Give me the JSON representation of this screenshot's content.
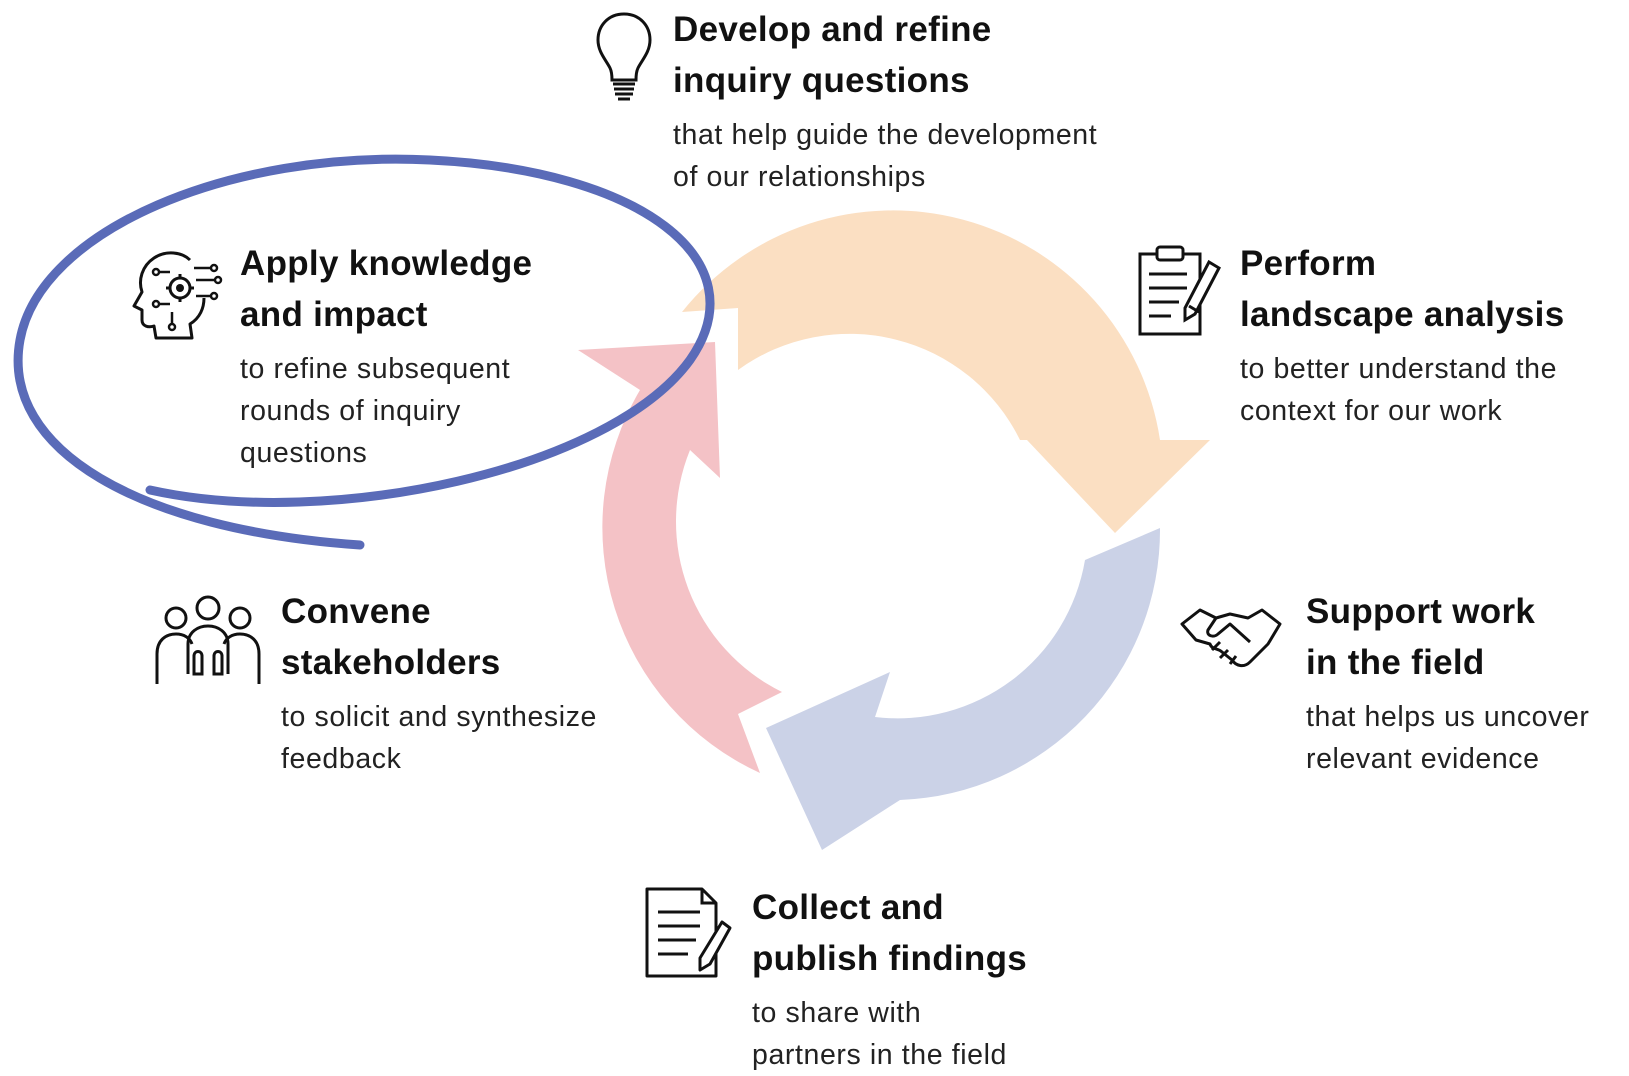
{
  "colors": {
    "orange_arrow": "#fbdfc2",
    "blue_arrow": "#cbd2e7",
    "pink_arrow": "#f4c2c6",
    "highlight_circle": "#5a6bb8",
    "text": "#111111"
  },
  "steps": [
    {
      "id": "develop",
      "icon": "lightbulb-icon",
      "title": [
        "Develop and refine",
        "inquiry questions"
      ],
      "description": [
        "that help guide the development",
        "of our relationships"
      ]
    },
    {
      "id": "perform",
      "icon": "clipboard-pencil-icon",
      "title": [
        "Perform",
        "landscape analysis"
      ],
      "description": [
        "to better understand the",
        "context for our work"
      ]
    },
    {
      "id": "support",
      "icon": "handshake-icon",
      "title": [
        "Support work",
        "in the field"
      ],
      "description": [
        "that helps us uncover",
        "relevant evidence"
      ]
    },
    {
      "id": "collect",
      "icon": "document-pencil-icon",
      "title": [
        "Collect and",
        "publish findings"
      ],
      "description": [
        "to share with",
        "partners in the field"
      ]
    },
    {
      "id": "convene",
      "icon": "people-group-icon",
      "title": [
        "Convene",
        "stakeholders"
      ],
      "description": [
        "to solicit and synthesize",
        "feedback"
      ]
    },
    {
      "id": "apply",
      "icon": "head-gears-icon",
      "title": [
        "Apply knowledge",
        "and impact"
      ],
      "description": [
        "to refine subsequent",
        "rounds of inquiry",
        "questions"
      ],
      "highlighted": true
    }
  ]
}
